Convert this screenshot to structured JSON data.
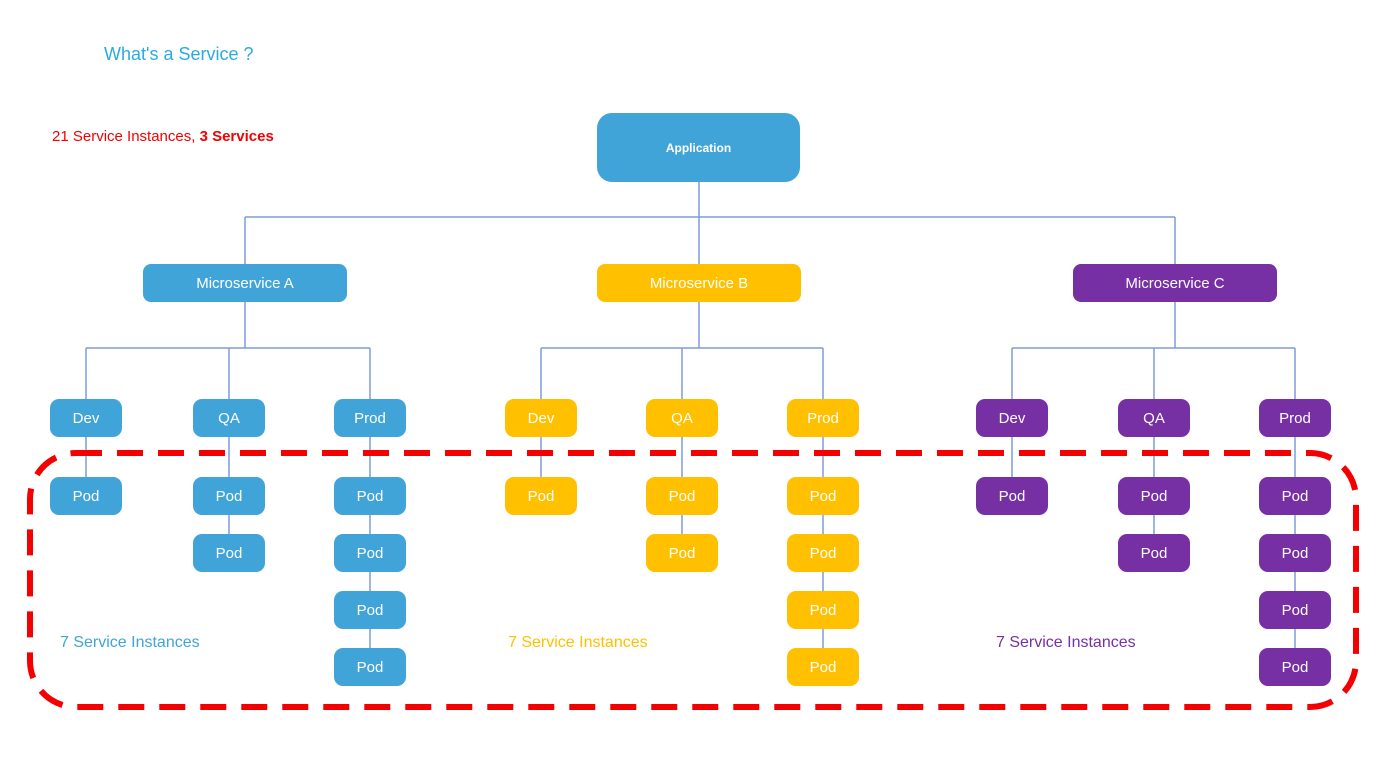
{
  "page": {
    "title": "What's a Service ?"
  },
  "summary": {
    "text": "21 Service Instances, ",
    "bold_text": "3 Services"
  },
  "colors": {
    "title": "#29ABE2",
    "red": "#F40000",
    "blue": "#41A4D8",
    "yellow": "#FFC000",
    "purple": "#7630A3",
    "connector_line": "#7E9CD9"
  },
  "diagram": {
    "root": {
      "label": "Application",
      "color": "#41A4D8"
    },
    "services": [
      {
        "label": "Microservice A",
        "color": "#41A4D8",
        "instances_label": "7 Service Instances",
        "environments": [
          {
            "label": "Dev",
            "pods": [
              {
                "label": "Pod"
              }
            ]
          },
          {
            "label": "QA",
            "pods": [
              {
                "label": "Pod"
              },
              {
                "label": "Pod"
              }
            ]
          },
          {
            "label": "Prod",
            "pods": [
              {
                "label": "Pod"
              },
              {
                "label": "Pod"
              },
              {
                "label": "Pod"
              },
              {
                "label": "Pod"
              }
            ]
          }
        ]
      },
      {
        "label": "Microservice B",
        "color": "#FFC000",
        "instances_label": "7 Service Instances",
        "environments": [
          {
            "label": "Dev",
            "pods": [
              {
                "label": "Pod"
              }
            ]
          },
          {
            "label": "QA",
            "pods": [
              {
                "label": "Pod"
              },
              {
                "label": "Pod"
              }
            ]
          },
          {
            "label": "Prod",
            "pods": [
              {
                "label": "Pod"
              },
              {
                "label": "Pod"
              },
              {
                "label": "Pod"
              },
              {
                "label": "Pod"
              }
            ]
          }
        ]
      },
      {
        "label": "Microservice C",
        "color": "#7630A3",
        "instances_label": "7 Service Instances",
        "environments": [
          {
            "label": "Dev",
            "pods": [
              {
                "label": "Pod"
              }
            ]
          },
          {
            "label": "QA",
            "pods": [
              {
                "label": "Pod"
              },
              {
                "label": "Pod"
              }
            ]
          },
          {
            "label": "Prod",
            "pods": [
              {
                "label": "Pod"
              },
              {
                "label": "Pod"
              },
              {
                "label": "Pod"
              },
              {
                "label": "Pod"
              }
            ]
          }
        ]
      }
    ]
  }
}
